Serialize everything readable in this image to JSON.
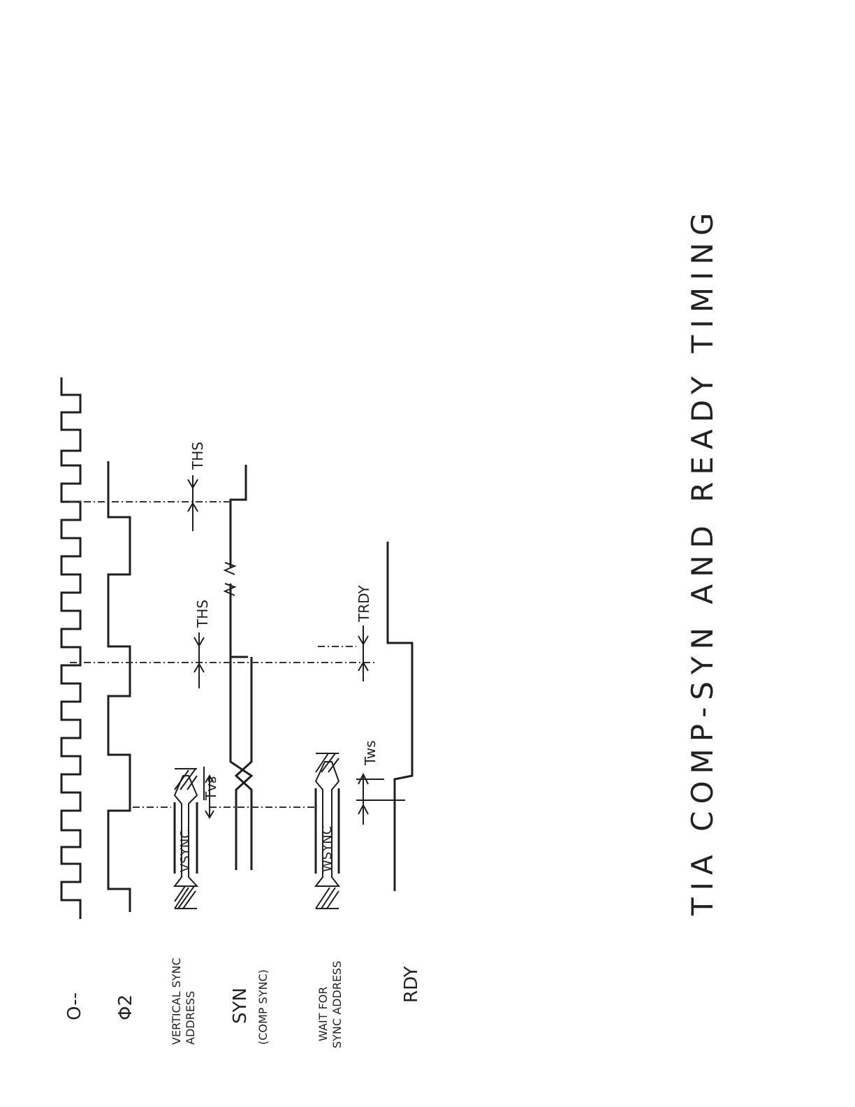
{
  "title": "TIA COMP-SYN AND READY TIMING",
  "signals": {
    "clock": "O--",
    "phi2": "Φ2",
    "vsync_addr_line1": "VERTICAL SYNC",
    "vsync_addr_line2": "ADDRESS",
    "syn_line1": "SYN",
    "syn_line2": "(COMP SYNC)",
    "wait_line1": "WAIT FOR",
    "wait_line2": "SYNC ADDRESS",
    "rdy": "RDY"
  },
  "boxes": {
    "vsync": "VSYNC",
    "wsync": "WSYNC"
  },
  "timings": {
    "tvs": "Tvs",
    "tws": "Tws",
    "ths1": "THS",
    "ths2": "THS",
    "trdy": "TRDY"
  }
}
